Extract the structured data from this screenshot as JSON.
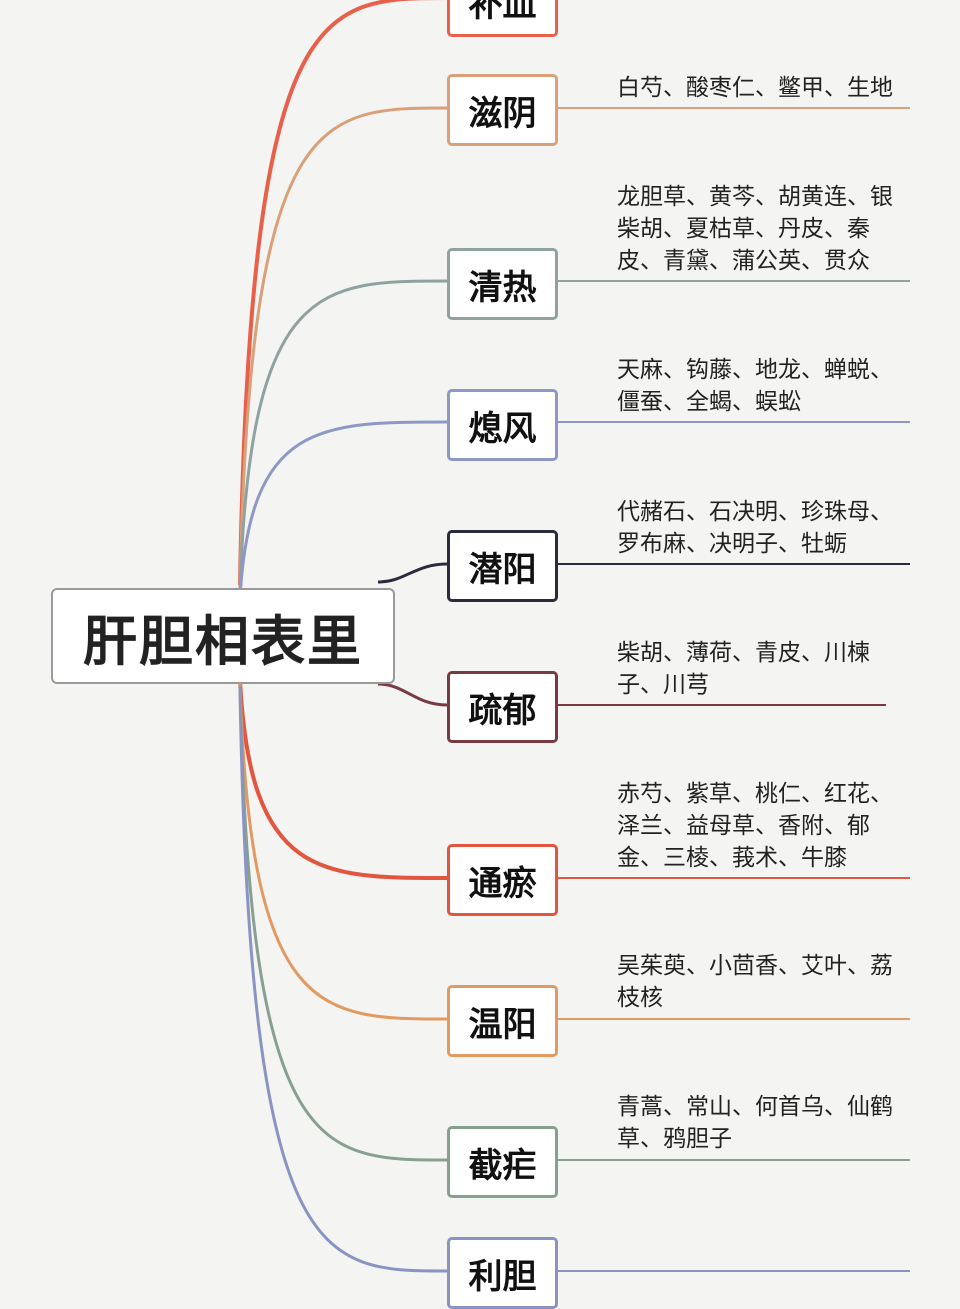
{
  "root": {
    "label": "肝胆相表里",
    "color": "#9a9a9a"
  },
  "branches": [
    {
      "id": "buxue",
      "label": "补血",
      "color": "#e8604a",
      "items": ""
    },
    {
      "id": "ziyin",
      "label": "滋阴",
      "color": "#d9a07a",
      "items": "白芍、酸枣仁、鳖甲、生地"
    },
    {
      "id": "qingre",
      "label": "清热",
      "color": "#8fa2a0",
      "items": "龙胆草、黄芩、胡黄连、银柴胡、夏枯草、丹皮、秦皮、青黛、蒲公英、贯众"
    },
    {
      "id": "xifeng",
      "label": "熄风",
      "color": "#8e97c6",
      "items": "天麻、钩藤、地龙、蝉蜕、僵蚕、全蝎、蜈蚣"
    },
    {
      "id": "qianyang",
      "label": "潜阳",
      "color": "#2a2c3e",
      "items": "代赭石、石决明、珍珠母、罗布麻、决明子、牡蛎"
    },
    {
      "id": "shuyu",
      "label": "疏郁",
      "color": "#7a3a44",
      "items": "柴胡、薄荷、青皮、川楝子、川芎"
    },
    {
      "id": "tongyu",
      "label": "通瘀",
      "color": "#e2553e",
      "items": "赤芍、紫草、桃仁、红花、泽兰、益母草、香附、郁金、三棱、莪术、牛膝"
    },
    {
      "id": "wenyang",
      "label": "温阳",
      "color": "#e39a62",
      "items": "吴茱萸、小茴香、艾叶、荔枝核"
    },
    {
      "id": "jienue",
      "label": "截疟",
      "color": "#87a090",
      "items": "青蒿、常山、何首乌、仙鹤草、鸦胆子"
    },
    {
      "id": "lidan",
      "label": "利胆",
      "color": "#8a93c2",
      "items": ""
    }
  ]
}
